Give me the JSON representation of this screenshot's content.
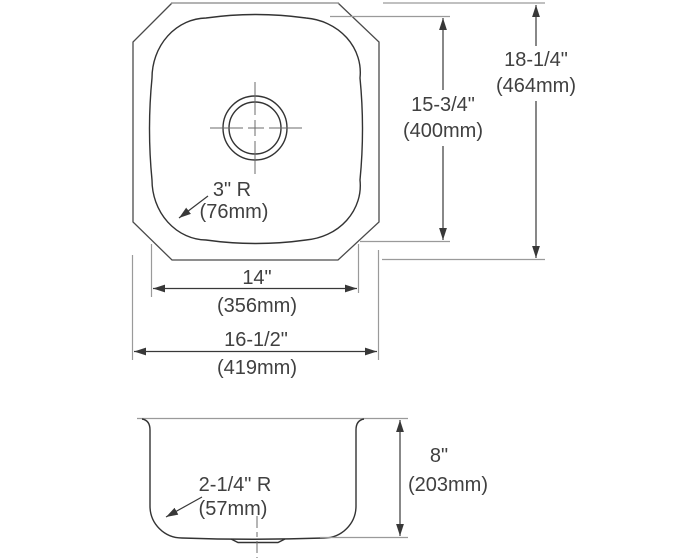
{
  "drawing": {
    "title": "undermount-sink-dimension-drawing",
    "colors": {
      "background": "#ffffff",
      "outline": "#4a4a4a",
      "extension_line": "#9a9a9a",
      "dimension_line": "#383838",
      "text": "#404040"
    },
    "top_view": {
      "corner_radius_callout": {
        "line1": "3\" R",
        "line2": "(76mm)"
      },
      "bowl_width": {
        "line1": "14\"",
        "line2": "(356mm)"
      },
      "overall_width": {
        "line1": "16-1/2\"",
        "line2": "(419mm)"
      },
      "bowl_front_to_back": {
        "line1": "15-3/4\"",
        "line2": "(400mm)"
      },
      "overall_front_to_back": {
        "line1": "18-1/4\"",
        "line2": "(464mm)"
      }
    },
    "side_view": {
      "bottom_radius_callout": {
        "line1": "2-1/4\" R",
        "line2": "(57mm)"
      },
      "bowl_depth": {
        "line1": "8\"",
        "line2": "(203mm)"
      }
    }
  }
}
